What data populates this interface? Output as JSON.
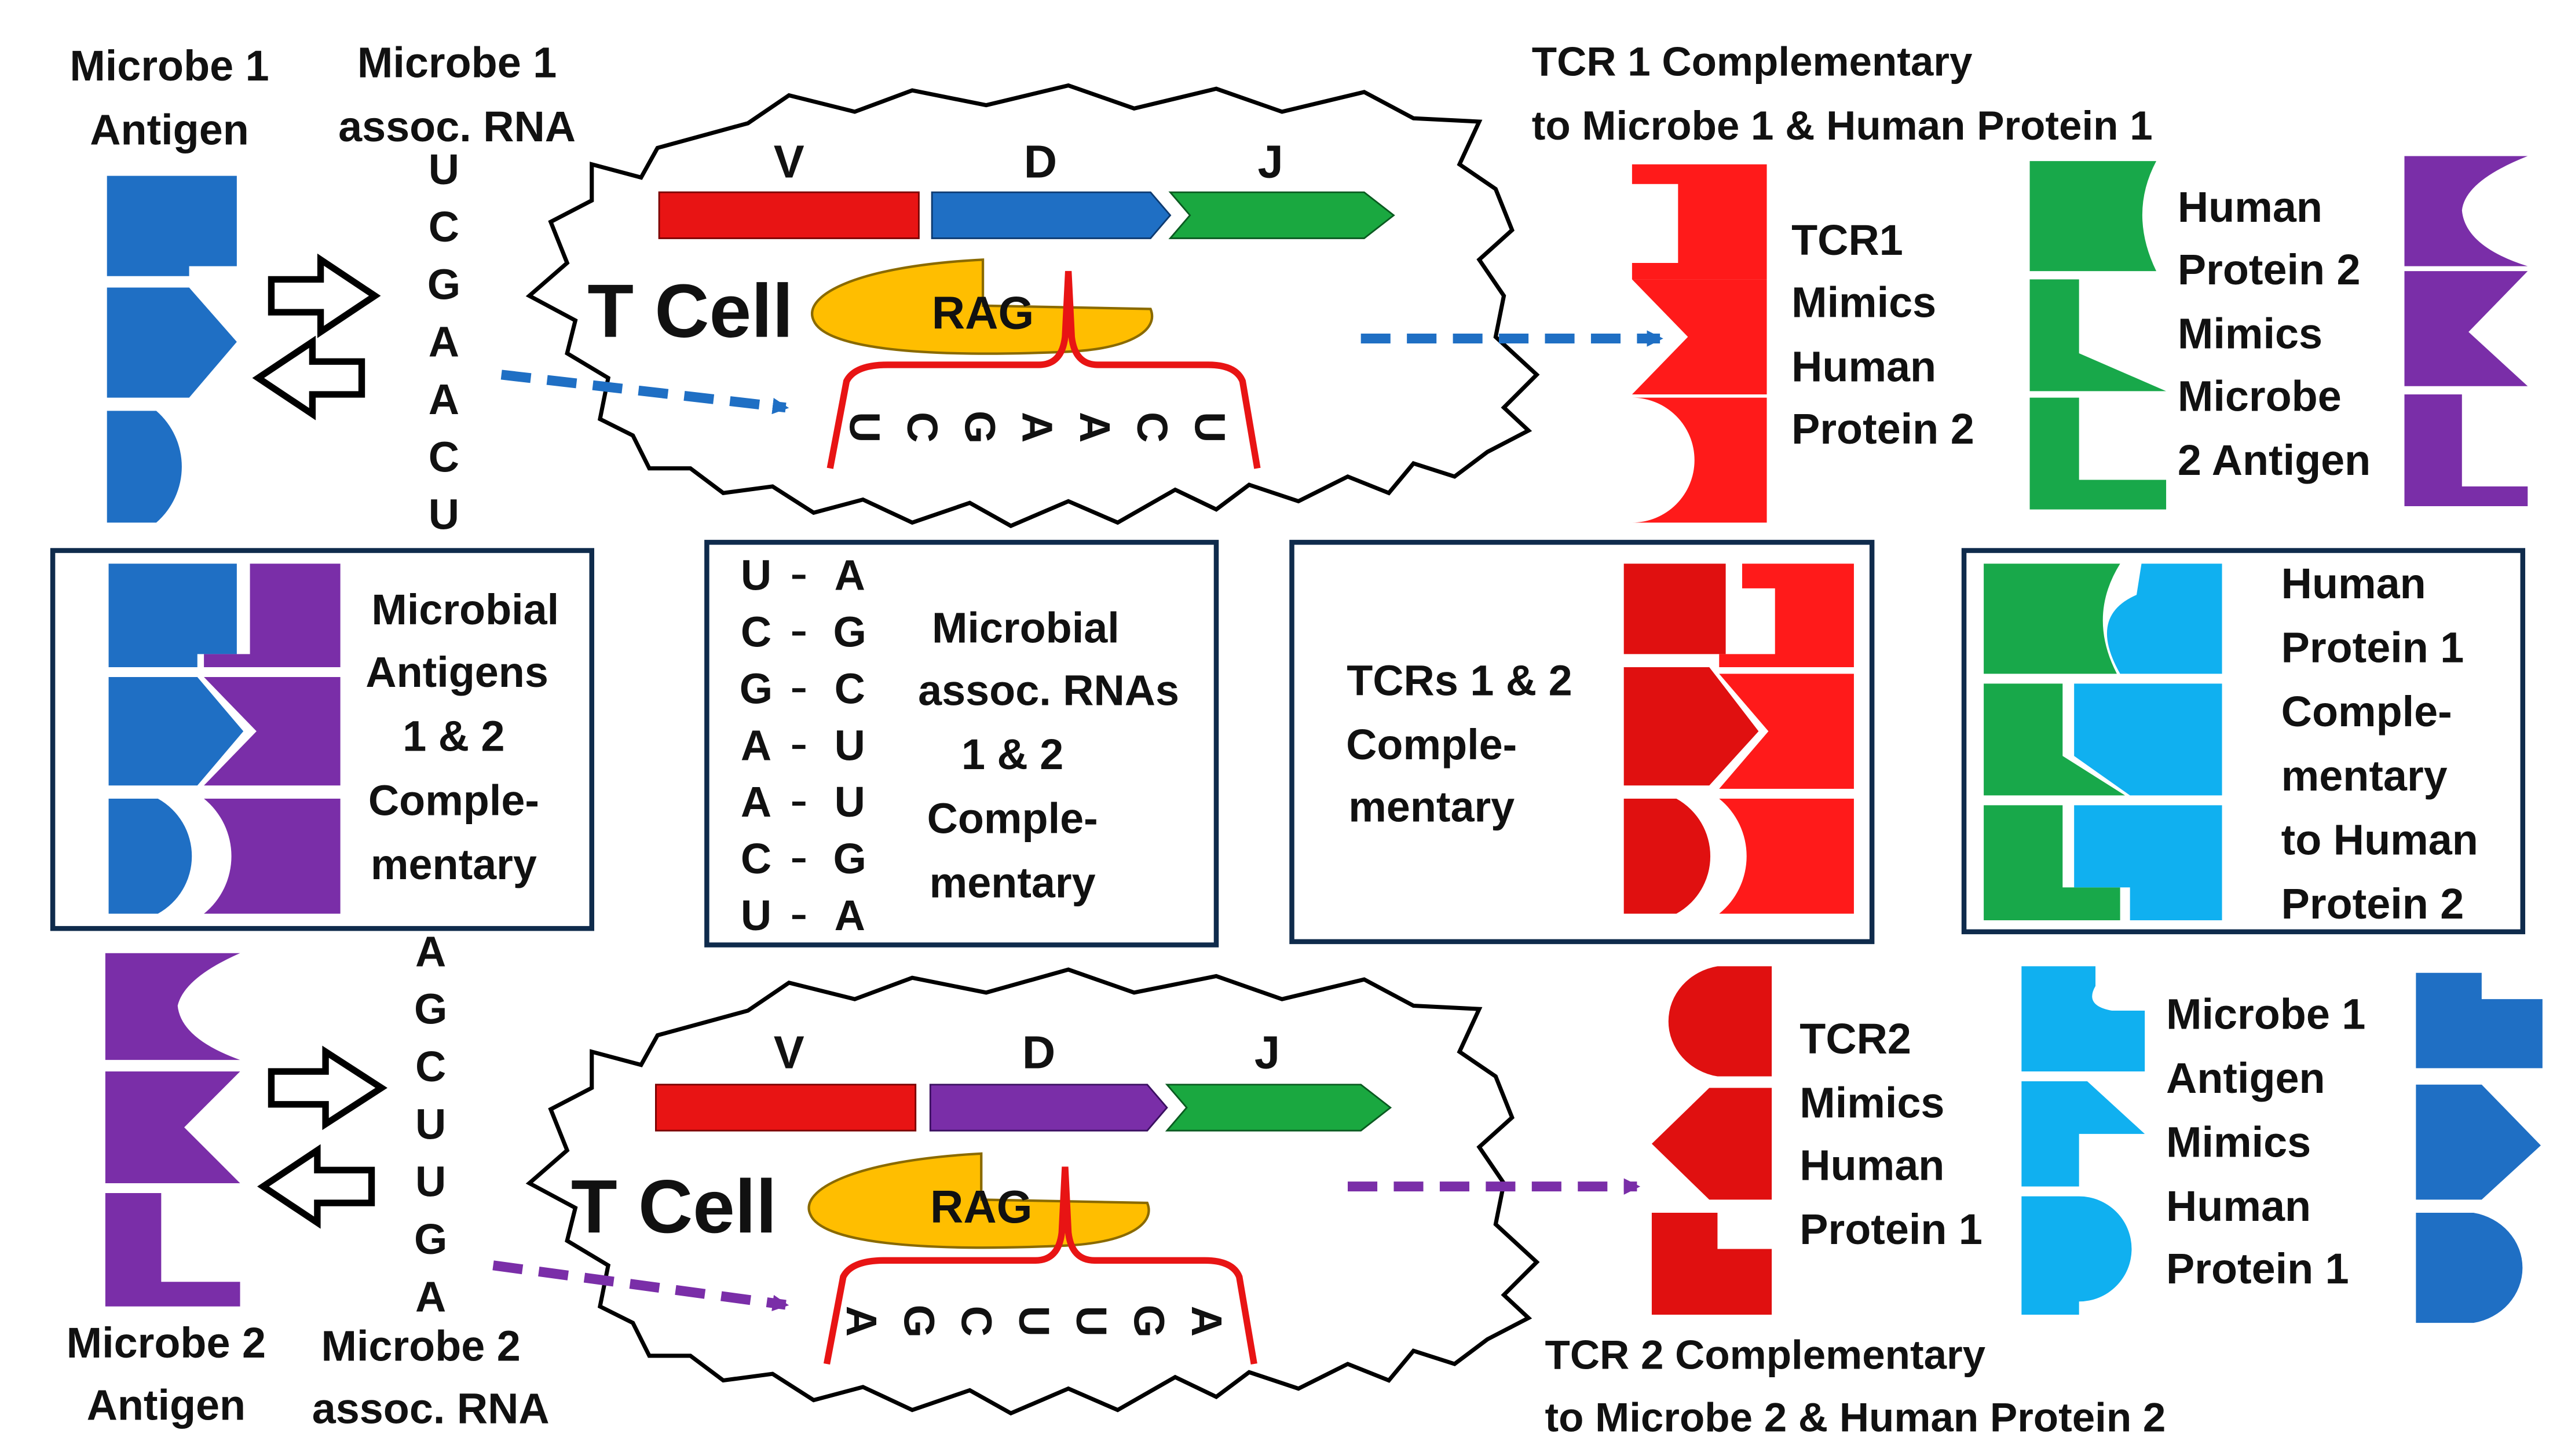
{
  "colors": {
    "microbe1": "#1f6fc4",
    "microbe2": "#7a2ea8",
    "tcr": "#ff1a1a",
    "tcr_dark": "#e01010",
    "human2": "#18a84a",
    "human1": "#10b0f0",
    "rag": "#ffbe00",
    "segV": "#e81414",
    "segJ": "#1aa840",
    "arrowBlue": "#1f6fc4",
    "arrowPurple": "#7a2ea8"
  },
  "top": {
    "microbe_antigen_label": [
      "Microbe 1",
      "Antigen"
    ],
    "rna_label": [
      "Microbe 1",
      "assoc. RNA"
    ],
    "rna_letters": [
      "U",
      "C",
      "G",
      "A",
      "A",
      "C",
      "U"
    ],
    "cell_label": "T Cell",
    "rag_label": "RAG",
    "segments": [
      "V",
      "D",
      "J"
    ],
    "tcr_title": [
      "TCR  1 Complementary",
      "to Microbe 1 & Human Protein 1"
    ],
    "tcr_mimics": [
      "TCR1",
      "Mimics",
      "Human",
      "Protein 2"
    ],
    "human_mimics": [
      "Human",
      "Protein 2",
      "Mimics",
      "Microbe",
      "2 Antigen"
    ]
  },
  "bottom": {
    "microbe_antigen_label": [
      "Microbe 2",
      "Antigen"
    ],
    "rna_label": [
      "Microbe 2",
      "assoc. RNA"
    ],
    "rna_letters": [
      "A",
      "G",
      "C",
      "U",
      "U",
      "G",
      "A"
    ],
    "cell_label": "T Cell",
    "rag_label": "RAG",
    "segments": [
      "V",
      "D",
      "J"
    ],
    "tcr_title": [
      "TCR 2 Complementary",
      "to Microbe 2 & Human Protein 2"
    ],
    "tcr_mimics": [
      "TCR2",
      "Mimics",
      "Human",
      "Protein 1"
    ],
    "antigen_mimics": [
      "Microbe 1",
      "Antigen",
      "Mimics",
      "Human",
      "Protein 1"
    ]
  },
  "boxes": {
    "antigens": [
      "Microbial",
      "Antigens",
      "1 & 2",
      "Comple-",
      "mentary"
    ],
    "rnas": [
      "Microbial",
      "assoc. RNAs",
      "1 & 2",
      "Comple-",
      "mentary"
    ],
    "rna_pairs": [
      [
        "U",
        "A"
      ],
      [
        "C",
        "G"
      ],
      [
        "G",
        "C"
      ],
      [
        "A",
        "U"
      ],
      [
        "A",
        "U"
      ],
      [
        "C",
        "G"
      ],
      [
        "U",
        "A"
      ]
    ],
    "tcrs": [
      "TCRs  1 & 2",
      "Comple-",
      "mentary"
    ],
    "humans": [
      "Human",
      "Protein 1",
      "Comple-",
      "mentary",
      "to Human",
      "Protein 2"
    ]
  }
}
